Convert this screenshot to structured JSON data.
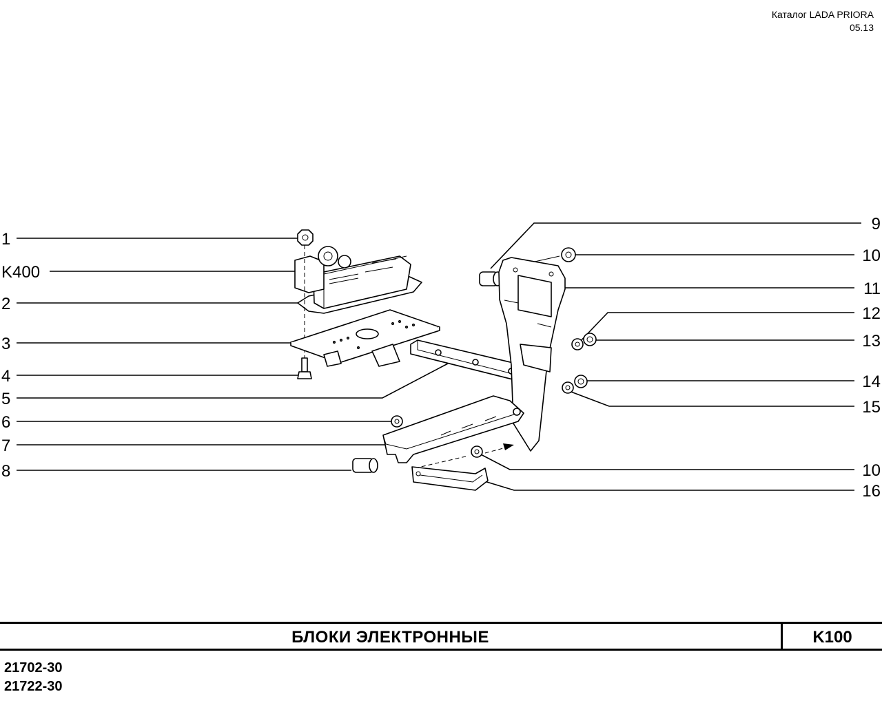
{
  "header": {
    "catalog": "Каталог  LADA  PRIORA",
    "date": "05.13"
  },
  "callouts": {
    "left": [
      "1",
      "K400",
      "2",
      "3",
      "4",
      "5",
      "6",
      "7",
      "8"
    ],
    "right": [
      "9",
      "10",
      "11",
      "12",
      "13",
      "14",
      "15",
      "10",
      "16"
    ]
  },
  "footer": {
    "title": "БЛОКИ   ЭЛЕКТРОННЫЕ",
    "code": "K100",
    "models": [
      "21702-30",
      "21722-30"
    ]
  }
}
